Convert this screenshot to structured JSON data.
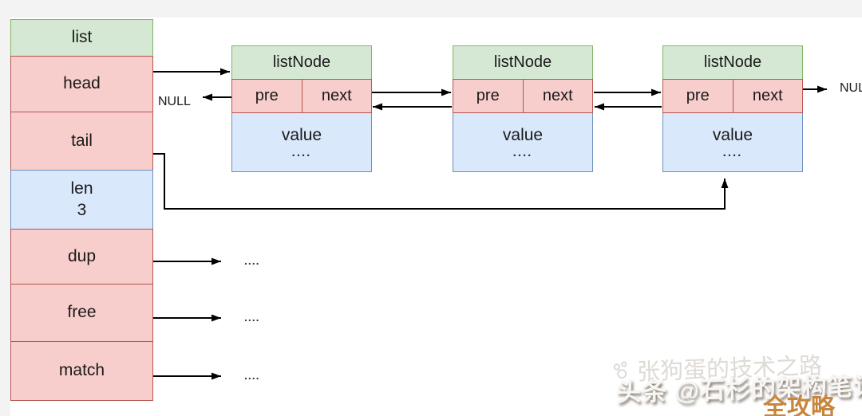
{
  "diagram": {
    "list_struct": {
      "title": "list",
      "cells": [
        {
          "label": "head"
        },
        {
          "label": "tail"
        },
        {
          "label": "len",
          "value": "3"
        },
        {
          "label": "dup"
        },
        {
          "label": "free"
        },
        {
          "label": "match"
        }
      ]
    },
    "nodes": [
      {
        "title": "listNode",
        "pre": "pre",
        "next": "next",
        "value": "value",
        "dots": "...."
      },
      {
        "title": "listNode",
        "pre": "pre",
        "next": "next",
        "value": "value",
        "dots": "...."
      },
      {
        "title": "listNode",
        "pre": "pre",
        "next": "next",
        "value": "value",
        "dots": "...."
      }
    ],
    "null_label_left": "NULL",
    "null_label_right": "NULL",
    "pointer_dots": [
      "....",
      "....",
      "...."
    ]
  },
  "colors": {
    "green_fill": "#d5e8d4",
    "green_stroke": "#82b366",
    "pink_fill": "#f8cecc",
    "pink_stroke": "#b85450",
    "blue_fill": "#dae8fc",
    "blue_stroke": "#6c8ebf",
    "arrow": "#000000",
    "watermark_accent": "#c8853c"
  },
  "watermark": {
    "faint_text": "张狗蛋的技术之路",
    "main_text": "头条 @石杉的架构笔记",
    "accent_text": "全攻略"
  }
}
